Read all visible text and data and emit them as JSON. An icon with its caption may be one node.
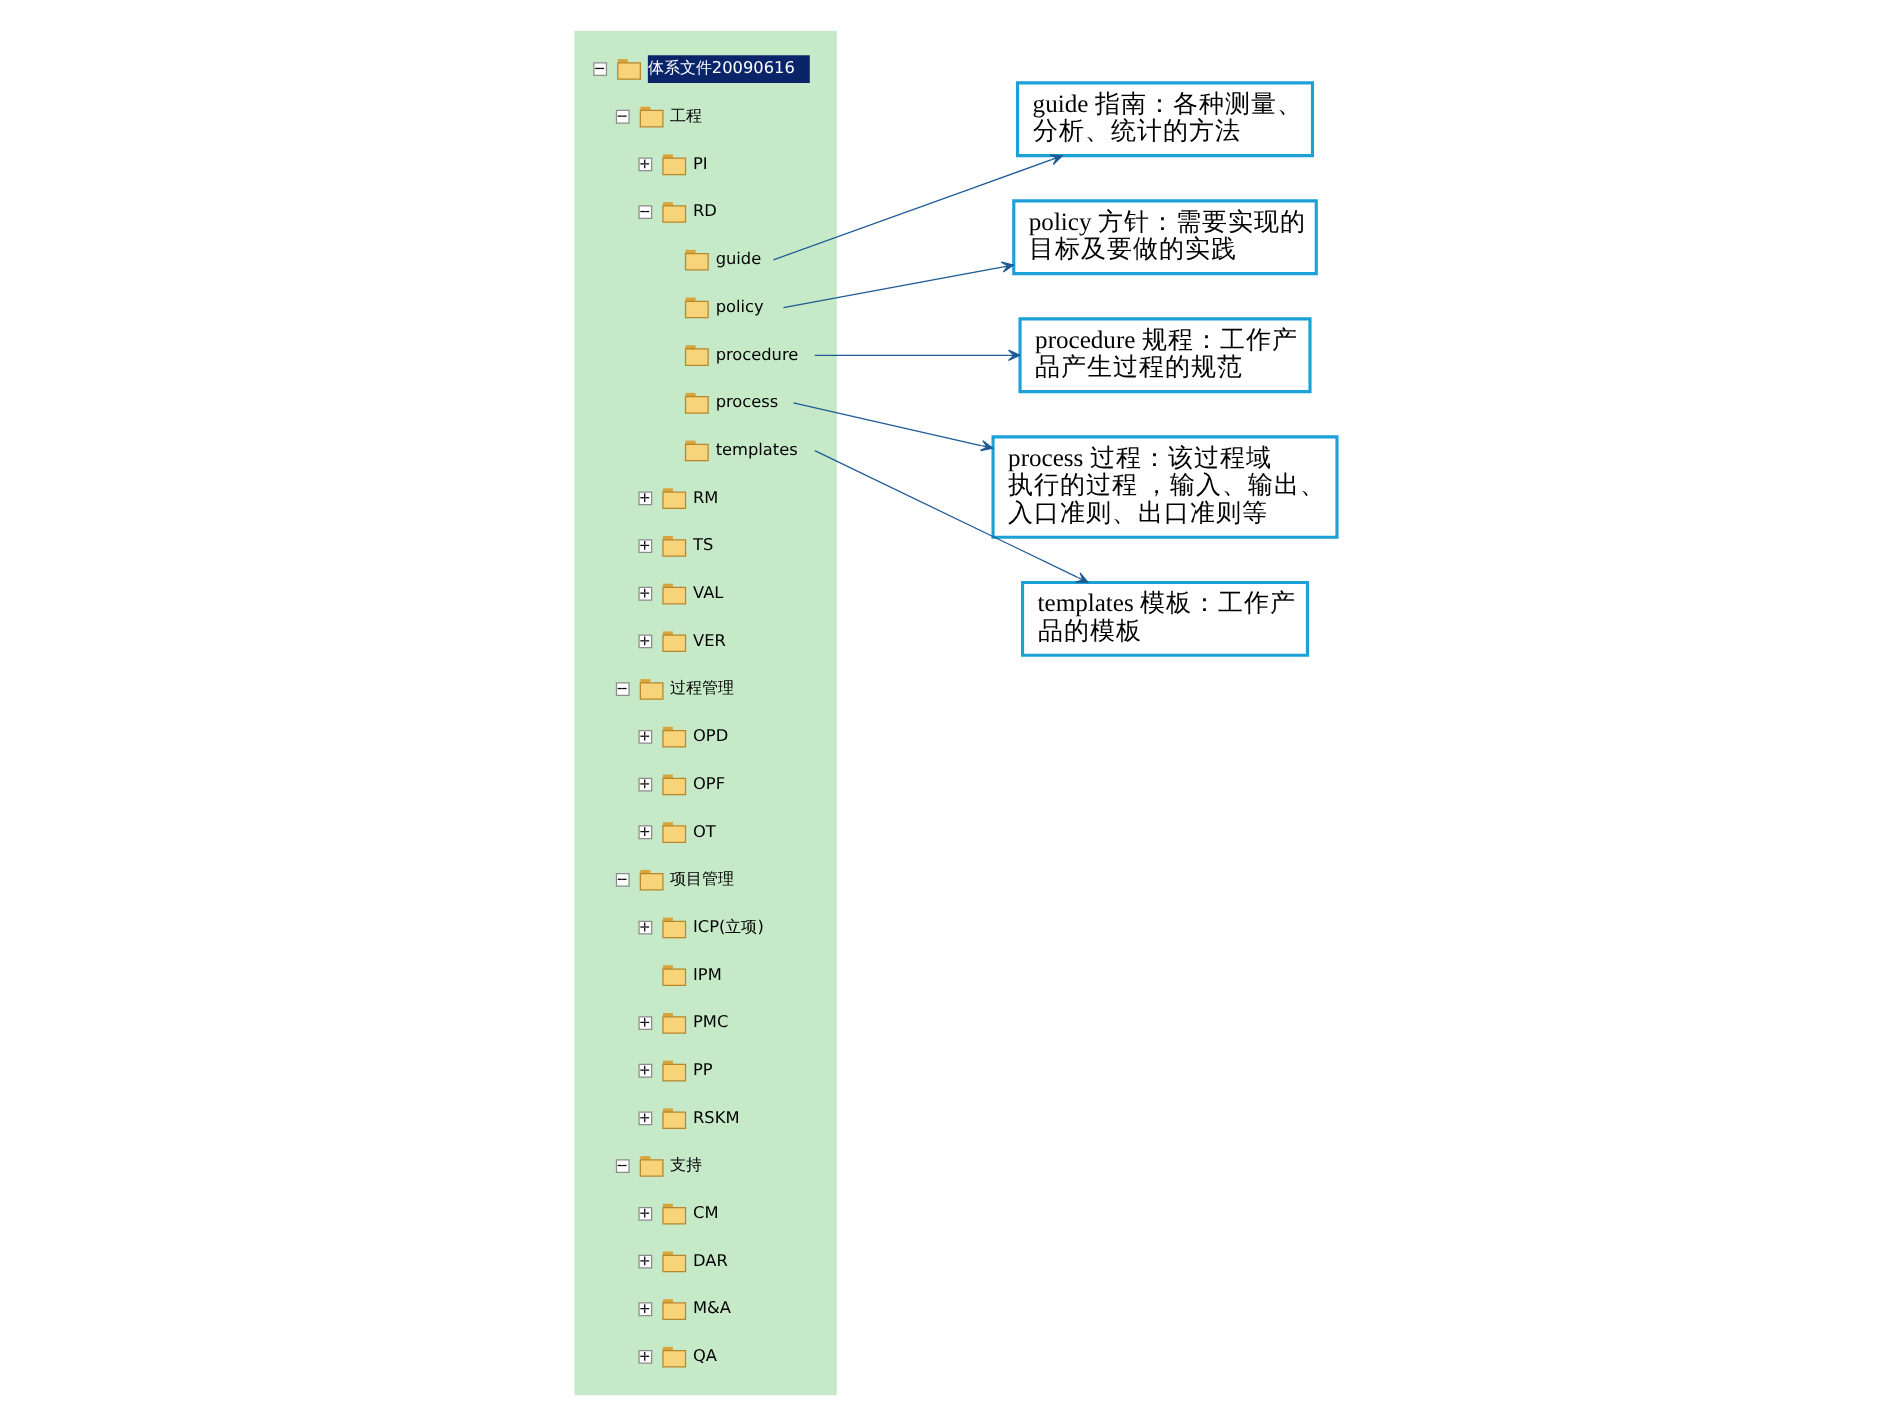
{
  "diagram": {
    "nodes": [
      {
        "text": [],
        "shape": "box"
      },
      {
        "text": [
          "guide"
        ],
        "in": 0
      },
      {
        "text": [
          "policy"
        ],
        "in": 0
      },
      {
        "text": [
          "procedure"
        ],
        "in": 0
      },
      {
        "text": [
          "process"
        ],
        "in": 0
      },
      {
        "text": [
          "templates"
        ],
        "in": 0
      },
      {
        "text": [
          "guide 指南：各种测量、分析、统计的方法"
        ]
      },
      {
        "text": [
          "policy 方针：需要实现的目标及要做的实践"
        ]
      },
      {
        "text": [
          "procedure 规程：工作产品产生过程的规范"
        ]
      },
      {
        "text": [
          "process 过程：该过程域执行的过程 ，输入、输出、入口准则、出口准则等"
        ]
      },
      {
        "text": [
          "templates 模板：工作产品的模板"
        ]
      }
    ],
    "edges": [
      {
        "from": 1,
        "to": 6,
        "arrow": "to"
      },
      {
        "from": 2,
        "to": 7,
        "arrow": "to"
      },
      {
        "from": 3,
        "to": 8,
        "arrow": "to"
      },
      {
        "from": 4,
        "to": 9,
        "arrow": "to"
      },
      {
        "from": 5,
        "to": 10,
        "arrow": "to"
      }
    ],
    "labels": [
      "体系文件20090616",
      "工程",
      "PI",
      "RD",
      "RM",
      "TS",
      "VAL",
      "VER",
      "过程管理",
      "OPD",
      "OPF",
      "OT",
      "项目管理",
      "ICP(立项)",
      "IPM",
      "PMC",
      "PP",
      "RSKM",
      "支持",
      "CM",
      "DAR",
      "M&A",
      "QA"
    ]
  }
}
